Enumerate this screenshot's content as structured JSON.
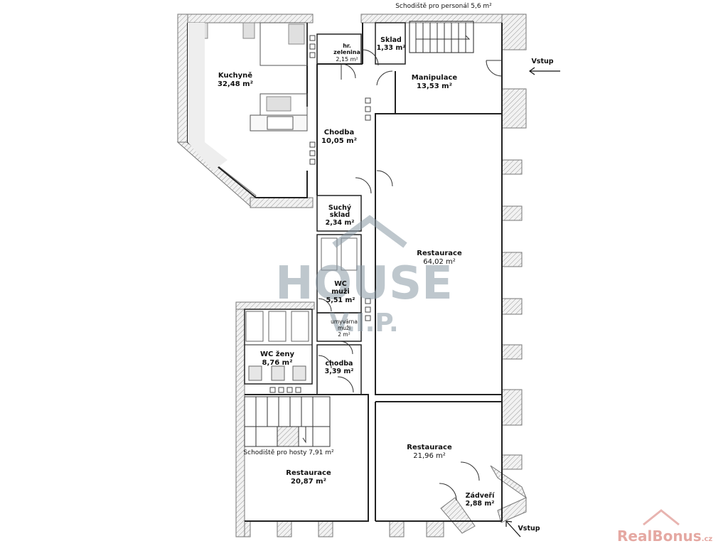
{
  "top_caption": "Schodiště pro personál 5,6 m²",
  "rooms": {
    "kuchyne": {
      "name": "Kuchyně",
      "area": "32,48 m²"
    },
    "zelenina": {
      "name1": "hr.",
      "name2": "zelenina",
      "area": "2,15 m²"
    },
    "sklad": {
      "name": "Sklad",
      "area": "1,33 m²"
    },
    "manipulace": {
      "name": "Manipulace",
      "area": "13,53 m²"
    },
    "chodba": {
      "name": "Chodba",
      "area": "10,05 m²"
    },
    "suchy_sklad": {
      "name1": "Suchý",
      "name2": "sklad",
      "area": "2,34 m²"
    },
    "restaurace_main": {
      "name": "Restaurace",
      "area": "64,02 m²"
    },
    "wc_muzi": {
      "name1": "WC",
      "name2": "muži",
      "area": "5,51 m²"
    },
    "umyvarna": {
      "name1": "umyvárna",
      "name2": "muži",
      "area": "2 m²"
    },
    "wc_zeny": {
      "name": "WC ženy",
      "area": "8,76 m²"
    },
    "chodba_small": {
      "name": "chodba",
      "area": "3,39 m²"
    },
    "schodiste_hoste": {
      "caption": "Schodiště pro hosty 7,91 m²"
    },
    "restaurace_right": {
      "name": "Restaurace",
      "area": "21,96 m²"
    },
    "restaurace_left": {
      "name": "Restaurace",
      "area": "20,87 m²"
    },
    "zadveri": {
      "name": "Zádveří",
      "area": "2,88 m²"
    }
  },
  "entrances": {
    "top": "Vstup",
    "bottom": "Vstup"
  },
  "watermark": {
    "line1": "HOUSE",
    "line2": "V.I.P."
  },
  "brand": {
    "part1": "Real",
    "part2": "Bonus",
    "suffix": ".cz"
  },
  "colors": {
    "wall": "#ececec",
    "wall_line": "#777777",
    "watermark": "#8a9aa6",
    "brand": "#c0392b"
  }
}
